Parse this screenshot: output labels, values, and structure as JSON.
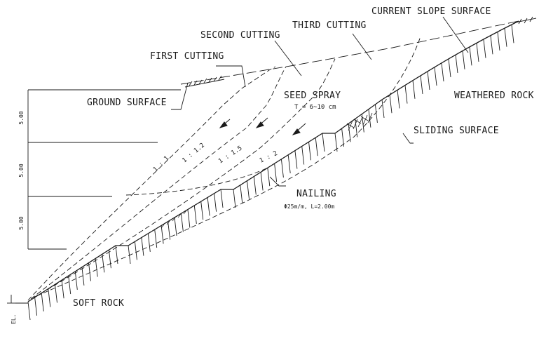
{
  "labels": {
    "current_slope_surface": "CURRENT SLOPE SURFACE",
    "second_cutting": "SECOND CUTTING",
    "third_cutting": "THIRD CUTTING",
    "first_cutting": "FIRST CUTTING",
    "ground_surface": "GROUND SURFACE",
    "seed_spray": "SEED SPRAY",
    "seed_spray_thickness": "T = 6~10 cm",
    "weathered_rock": "WEATHERED ROCK",
    "sliding_surface": "SLIDING SURFACE",
    "nailing": "NAILING",
    "nailing_spec": "Φ25m/m, L=2.00m",
    "soft_rock": "SOFT ROCK",
    "el_label": "EL."
  },
  "slopes": {
    "first": "1 : 1",
    "second": "1 : 1.2",
    "third": "1 : 1.5",
    "fourth": "1 : 2"
  },
  "dimensions": {
    "top": "5.00",
    "middle": "5.00",
    "bottom": "5.00"
  }
}
